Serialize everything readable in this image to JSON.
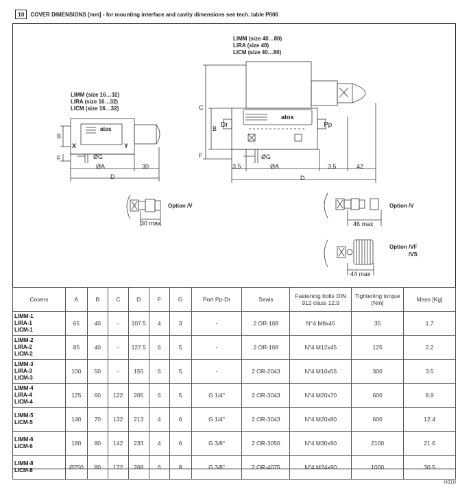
{
  "header": {
    "number": "10",
    "title": "COVER DIMENSIONS [mm] - for mounting interface and cavity dimensions see tech. table P006"
  },
  "drawing": {
    "small_label": [
      "LIMM (size 16…32)",
      "LIRA (size 16…32)",
      "LICM (size 16…32)"
    ],
    "large_label": [
      "LIMM (size 40…80)",
      "LIRA (size 40)",
      "LICM (size 40…80)"
    ],
    "brand": "atos",
    "dims": {
      "B": "B",
      "C": "C",
      "F": "F",
      "X": "X",
      "Y": "Y",
      "G": "ØG",
      "A": "ØA",
      "D": "D",
      "d30": "30",
      "d3_5": "3,5",
      "d42": "42",
      "Dr": "Dr",
      "Pp": "Pp",
      "max30": "30 max",
      "max46": "46 max",
      "max44": "44 max"
    },
    "options": {
      "v_left": "Option /V",
      "v_right": "Option /V",
      "vf": "Option /VF",
      "vs": "/VS"
    }
  },
  "table": {
    "headers": [
      "Covers",
      "A",
      "B",
      "C",
      "D",
      "F",
      "G",
      "Port Pp-Dr",
      "Seals",
      "Fastening bolts DIN 912  class 12.9",
      "Tightening torque [Nm]",
      "Mass [Kg]"
    ],
    "rows": [
      {
        "covers": [
          "LIMM-1",
          "LIRA-1",
          "LICM-1"
        ],
        "a": "65",
        "b": "40",
        "c": "-",
        "d": "107.5",
        "f": "4",
        "g": "3",
        "port": "-",
        "seals": "2 OR-108",
        "bolts": "N°4 M8x45",
        "torque": "35",
        "mass": "1.7"
      },
      {
        "covers": [
          "LIMM-2",
          "LIRA-2",
          "LICM-2"
        ],
        "a": "85",
        "b": "40",
        "c": "-",
        "d": "127.5",
        "f": "6",
        "g": "5",
        "port": "-",
        "seals": "2 OR-108",
        "bolts": "N°4 M12x45",
        "torque": "125",
        "mass": "2.2"
      },
      {
        "covers": [
          "LIMM-3",
          "LIRA-3",
          "LICM-3"
        ],
        "a": "100",
        "b": "50",
        "c": "-",
        "d": "155",
        "f": "6",
        "g": "5",
        "port": "-",
        "seals": "2 OR-2043",
        "bolts": "N°4 M16x55",
        "torque": "300",
        "mass": "3.5"
      },
      {
        "covers": [
          "LIMM-4",
          "LIRA-4",
          "LICM-4"
        ],
        "a": "125",
        "b": "60",
        "c": "122",
        "d": "205",
        "f": "6",
        "g": "5",
        "port": "G 1/4\"",
        "seals": "2 OR-3043",
        "bolts": "N°4 M20x70",
        "torque": "600",
        "mass": "8.9"
      },
      {
        "covers": [
          "LIMM-5",
          "LICM-5"
        ],
        "a": "140",
        "b": "70",
        "c": "132",
        "d": "213",
        "f": "4",
        "g": "6",
        "port": "G 1/4\"",
        "seals": "2 OR-3043",
        "bolts": "N°4 M20x80",
        "torque": "600",
        "mass": "12.4"
      },
      {
        "covers": [
          "LIMM-6",
          "LICM-6"
        ],
        "a": "180",
        "b": "80",
        "c": "142",
        "d": "233",
        "f": "4",
        "g": "6",
        "port": "G 3/8\"",
        "seals": "2 OR-3050",
        "bolts": "N°4 M30x90",
        "torque": "2100",
        "mass": "21.6"
      },
      {
        "covers": [
          "LIMM-8",
          "LICM-8"
        ],
        "a": "Ø250",
        "b": "80",
        "c": "172",
        "d": "268",
        "f": "6",
        "g": "8",
        "port": "G 3/8\"",
        "seals": "2 OR-4075",
        "bolts": "N°4 M24x90",
        "torque": "1000",
        "mass": "30.5"
      }
    ]
  },
  "footer": {
    "code": "H010"
  }
}
